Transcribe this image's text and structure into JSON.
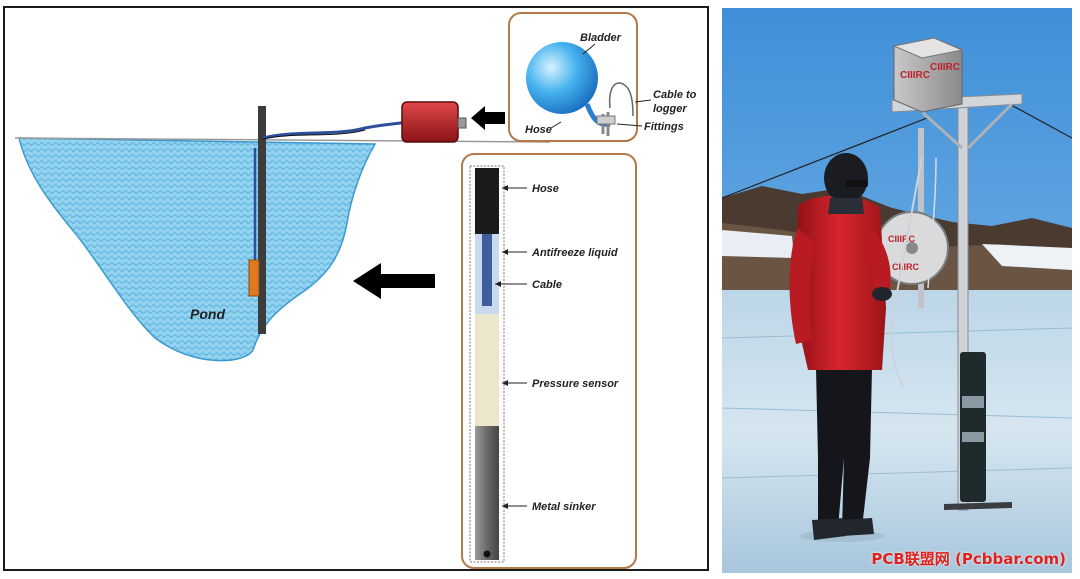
{
  "diagram": {
    "labels": {
      "bladder": "Bladder",
      "cable_to_logger_1": "Cable to",
      "cable_to_logger_2": "logger",
      "fittings": "Fittings",
      "hose_top": "Hose",
      "hose": "Hose",
      "antifreeze": "Antifreeze liquid",
      "cable": "Cable",
      "pressure_sensor": "Pressure sensor",
      "metal_sinker": "Metal sinker",
      "pond": "Pond"
    },
    "colors": {
      "water": "#8fd0ee",
      "logger": "#c0282c",
      "frame": "#b07a4a",
      "sensor": "#e07a20"
    }
  },
  "photo": {
    "box_text_1": "CIIIRC",
    "box_text_2": "CIIIRC",
    "drum_text_1": "CIIIRC",
    "drum_text_2": "CIIIRC"
  },
  "watermark": "PCB联盟网 (Pcbbar.com)"
}
